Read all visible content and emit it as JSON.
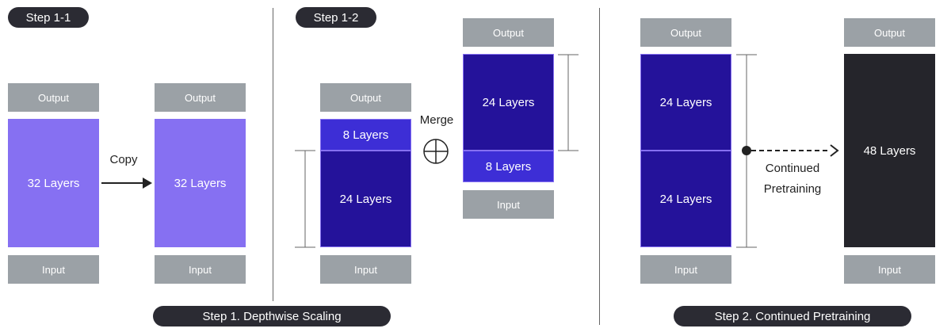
{
  "labels": {
    "step11": "Step 1-1",
    "step12": "Step 1-2",
    "output": "Output",
    "input": "Input",
    "layers32": "32 Layers",
    "layers24": "24 Layers",
    "layers8": "8 Layers",
    "layers48": "48 Layers",
    "copy": "Copy",
    "merge": "Merge",
    "continued_line1": "Continued",
    "continued_line2": "Pretraining",
    "step1_bottom": "Step 1.  Depthwise Scaling",
    "step2_bottom": "Step 2. Continued Pretraining"
  },
  "icons": {
    "merge": "circled-plus-icon",
    "arrow": "arrow-right-icon"
  },
  "colors": {
    "io_gray": "#9ba1a6",
    "light_purple": "#8670f2",
    "dark_indigo": "#24129a",
    "mid_blue": "#3d2ed6",
    "near_black": "#25252b",
    "pill": "#2b2b33"
  }
}
